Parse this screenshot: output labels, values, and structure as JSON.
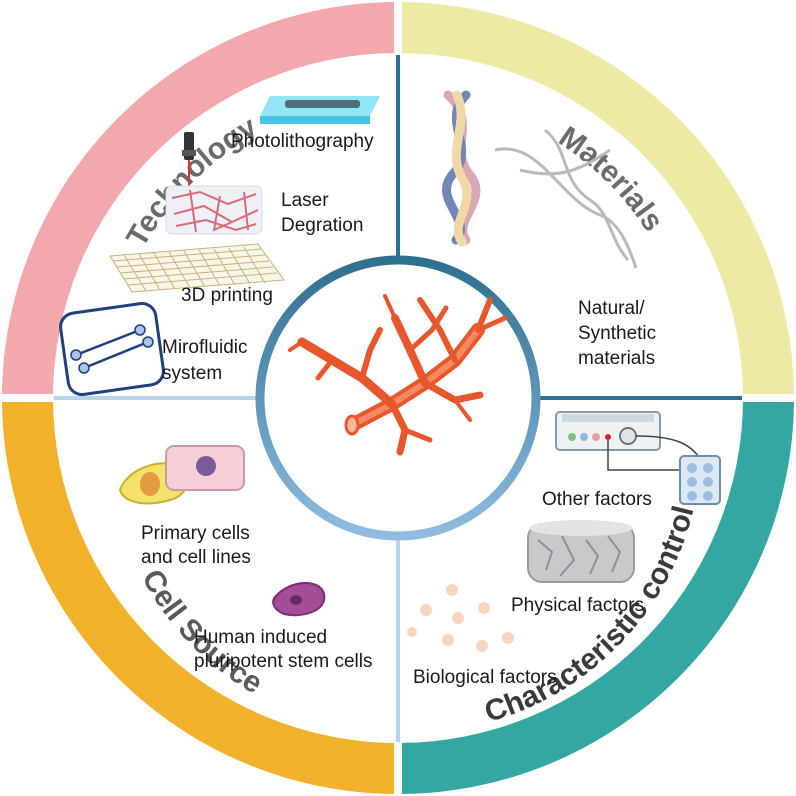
{
  "quadrants": {
    "technology": {
      "title": "Technology",
      "color": "#f2a8ad",
      "items": {
        "photolithography": "Photolithography",
        "laser_line1": "Laser",
        "laser_line2": "Degration",
        "printing": "3D printing",
        "microfluidic_line1": "Mirofluidic",
        "microfluidic_line2": "system"
      }
    },
    "materials": {
      "title": "Materials",
      "color": "#eeeaa6",
      "items": {
        "line1": "Natural/",
        "line2": "Synthetic",
        "line3": "materials"
      }
    },
    "cell_source": {
      "title": "Cell Source",
      "color": "#f1b12a",
      "items": {
        "primary_line1": "Primary cells",
        "primary_line2": "and cell lines",
        "ipsc_line1": "Human induced",
        "ipsc_line2": "pluripotent stem cells"
      }
    },
    "characteristic_control": {
      "title": "Characteristic control",
      "color": "#35a7a3",
      "items": {
        "other": "Other factors",
        "physical": "Physical factors",
        "biological": "Biological factors"
      }
    }
  },
  "colors": {
    "divider_dark": "#2f6f8f",
    "divider_light": "#b9d3ea",
    "center_ring": "#3f86b8",
    "vessel": "#e8562c"
  }
}
